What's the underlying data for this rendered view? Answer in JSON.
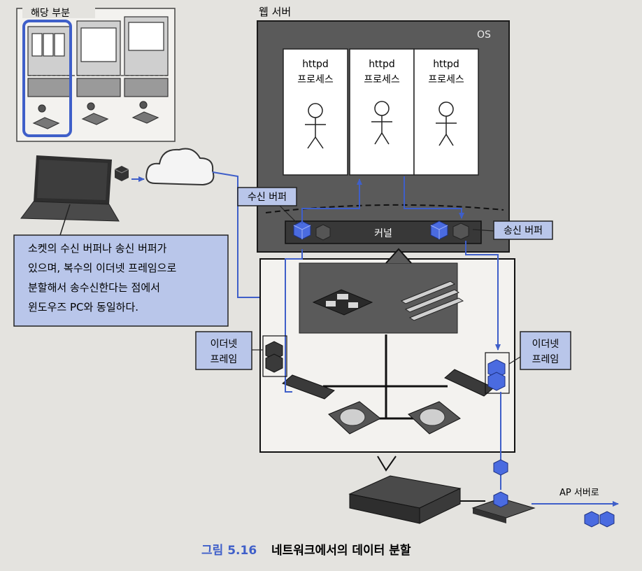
{
  "inset": {
    "label": "해당 부분"
  },
  "server": {
    "title": "웹 서버",
    "os_label": "OS",
    "processes": [
      {
        "line1": "httpd",
        "line2": "프로세스"
      },
      {
        "line1": "httpd",
        "line2": "프로세스"
      },
      {
        "line1": "httpd",
        "line2": "프로세스"
      }
    ],
    "kernel_label": "커널",
    "recv_buffer_label": "수신 버퍼",
    "send_buffer_label": "송신 버퍼"
  },
  "callout": {
    "lines": [
      "소켓의 수신 버퍼나 송신 버퍼가",
      "있으며, 복수의 이더넷 프레임으로",
      "분할해서 송수신한다는 점에서",
      "윈도우즈 PC와 동일하다."
    ]
  },
  "ethernet_frame_left": {
    "line1": "이더넷",
    "line2": "프레임"
  },
  "ethernet_frame_right": {
    "line1": "이더넷",
    "line2": "프레임"
  },
  "ap_server_label": "AP 서버로",
  "caption": {
    "number": "그림 5.16",
    "title": "네트워크에서의 데이터 분할"
  },
  "colors": {
    "accent_blue": "#3f5fc9",
    "label_fill": "#b9c6ea",
    "server_gray": "#5a5a5a",
    "kernel_dark": "#383838",
    "packet_blue": "#4a6be0"
  }
}
